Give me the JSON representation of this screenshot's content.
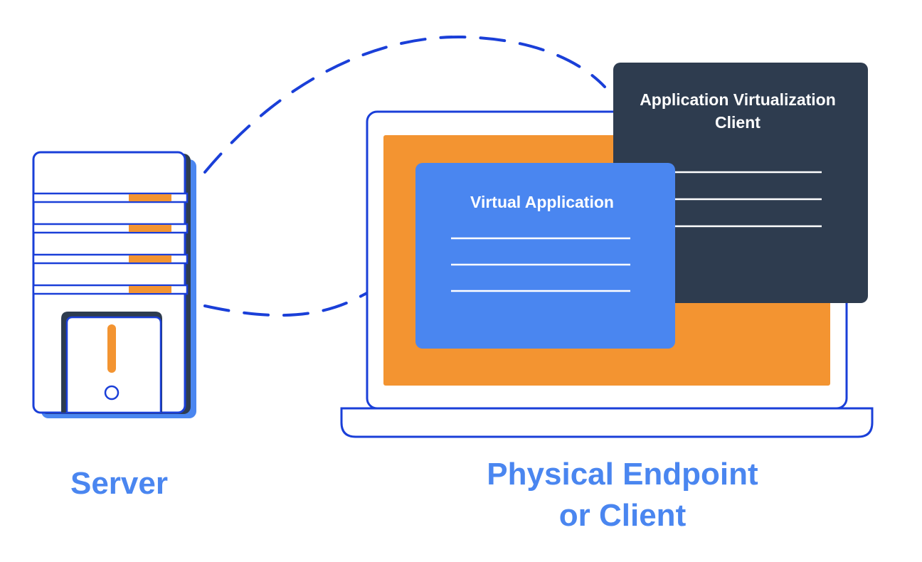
{
  "labels": {
    "server": "Server",
    "endpoint_line1": "Physical Endpoint",
    "endpoint_line2": "or Client",
    "virtual_app": "Virtual Application",
    "client_window_line1": "Application Virtualization",
    "client_window_line2": "Client"
  },
  "colors": {
    "outline": "#1a3fd8",
    "accent_blue": "#4a86f0",
    "orange": "#f39431",
    "dark_window": "#2e3c4f",
    "label_blue": "#4a86f0",
    "white": "#ffffff"
  }
}
